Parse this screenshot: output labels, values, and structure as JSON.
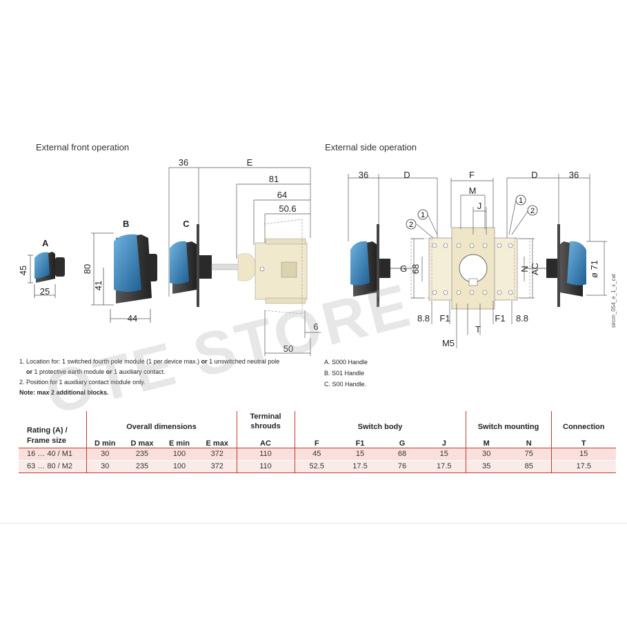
{
  "sections": {
    "front_title": "External front operation",
    "side_title": "External side operation"
  },
  "handles": {
    "a_label": "A",
    "b_label": "B",
    "c_label": "C",
    "a_dims": {
      "h": "45",
      "w": "25"
    },
    "b_dims": {
      "h": "80",
      "inner_h": "41",
      "w": "44"
    }
  },
  "front_dims": {
    "d36": "36",
    "e": "E",
    "d81": "81",
    "d64": "64",
    "d50_6": "50.6",
    "d6": "6",
    "d50": "50"
  },
  "side_dims": {
    "left36": "36",
    "d_left": "D",
    "f": "F",
    "d_right": "D",
    "right36": "36",
    "m": "M",
    "j": "J",
    "circ1": "1",
    "circ2": "2",
    "g": "G",
    "d68": "68",
    "n": "N",
    "ac": "AC",
    "dia71": "ø 71",
    "left88": "8.8",
    "left_f1": "F1",
    "right_f1": "F1",
    "right88": "8.8",
    "t": "T",
    "m5": "M5",
    "side_code": "sircm_054_e_1_x_cat"
  },
  "notes": {
    "n1_a": "1. Location for: 1 switched fourth pole module (1 per device max.)",
    "n1_or1": "or",
    "n1_b": "1 unswitched neutral pole",
    "n1_or2": "or",
    "n1_c": "1 protective earth module",
    "n1_or3": "or",
    "n1_d": "1 auxiliary contact.",
    "n2": "2. Position for 1 auxiliary contact module only.",
    "n3": "Note: max 2 additional blocks."
  },
  "legend": [
    "A. S000 Handle",
    "B. S01 Handle",
    "C. S00 Handle."
  ],
  "watermark": "OTE STORE",
  "table": {
    "rating_header_1": "Rating (A) /",
    "rating_header_2": "Frame size",
    "groups": {
      "overall": "Overall dimensions",
      "terminal_1": "Terminal",
      "terminal_2": "shrouds",
      "switch_body": "Switch body",
      "switch_mounting": "Switch mounting",
      "connection": "Connection"
    },
    "columns": [
      "D min",
      "D max",
      "E min",
      "E max",
      "AC",
      "F",
      "F1",
      "G",
      "J",
      "M",
      "N",
      "T"
    ],
    "rows": [
      {
        "rating": "16 … 40 / M1",
        "values": [
          "30",
          "235",
          "100",
          "372",
          "110",
          "45",
          "15",
          "68",
          "15",
          "30",
          "75",
          "15"
        ]
      },
      {
        "rating": "63 … 80 / M2",
        "values": [
          "30",
          "235",
          "100",
          "372",
          "110",
          "52.5",
          "17.5",
          "76",
          "17.5",
          "35",
          "85",
          "17.5"
        ]
      }
    ]
  },
  "colors": {
    "handle_blue": "#2f7fb8",
    "handle_dark": "#3a3a3a",
    "switch_cream": "#efe6c8",
    "table_rule": "#c0392b",
    "row_tint": "#f9e0dc"
  }
}
